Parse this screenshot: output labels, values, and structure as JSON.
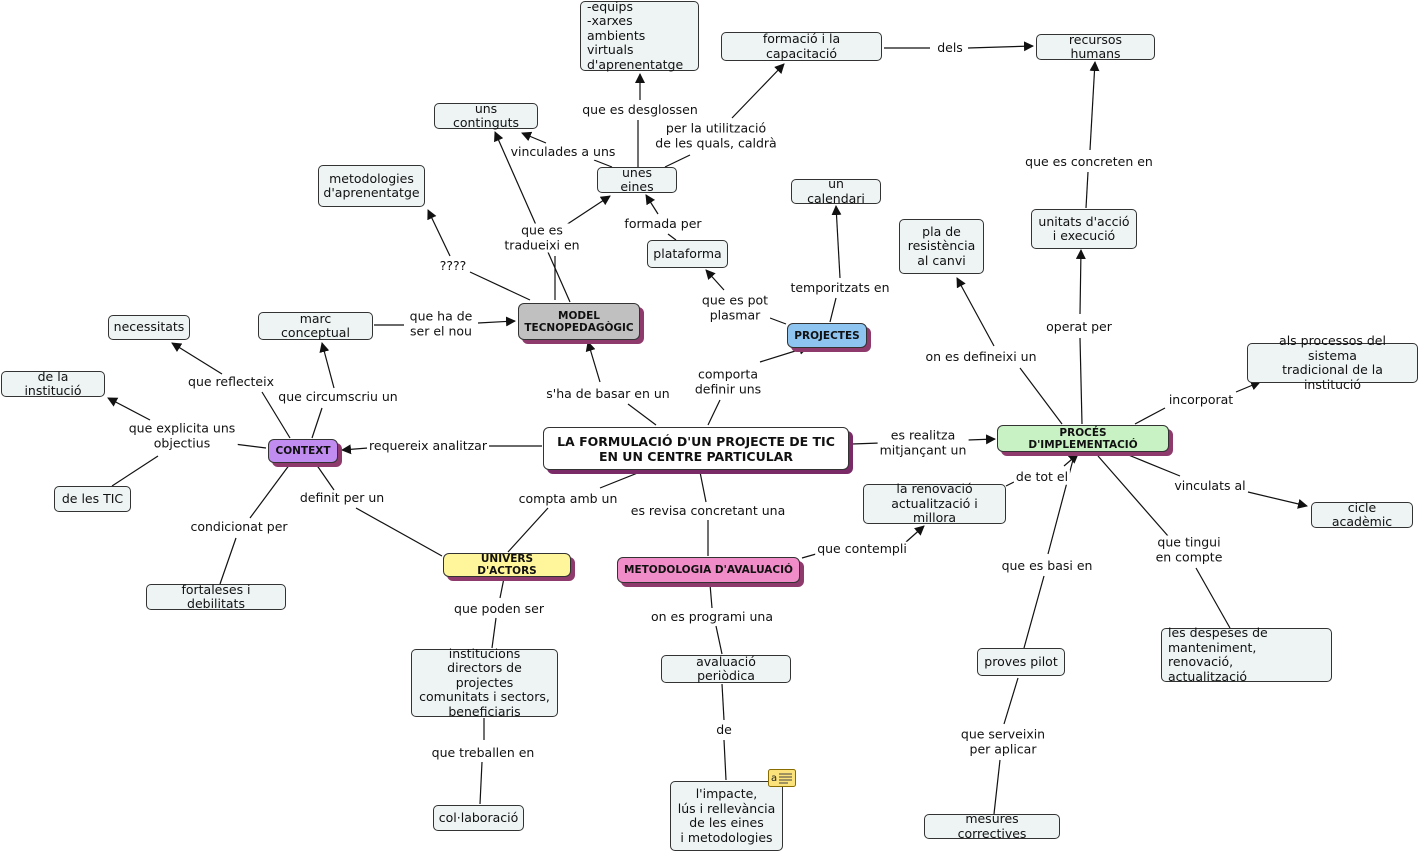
{
  "nodes": {
    "main": "LA FORMULACIÓ D'UN PROJECTE DE TIC\nEN UN CENTRE PARTICULAR",
    "model": "MODEL\nTECNOPEDAGÒGIC",
    "context": "CONTEXT",
    "projectes": "PROJECTES",
    "proces": "PROCÉS D'IMPLEMENTACIÓ",
    "univers": "UNIVERS D'ACTORS",
    "metodologia": "METODOLOGIA D'AVALUACIÓ",
    "equips": "-equips\n-xarxes\nambients virtuals\nd'aprenentatge",
    "formacio": "formació i la capacitació",
    "recursos": "recursos humans",
    "continguts": "uns continguts",
    "eines": "unes eines",
    "metodologies": "metodologies\nd'aprenentatge",
    "plataforma": "plataforma",
    "calendari": "un calendari",
    "pla": "pla de\nresistència\nal canvi",
    "unitats": "unitats d'acció\ni execució",
    "necessitats": "necessitats",
    "marc": "marc conceptual",
    "institucio": "de la institució",
    "tic": "de les TIC",
    "fortaleses": "fortaleses i debilitats",
    "institucions": "institucions\ndirectors de projectes\ncomunitats i sectors,\nbeneficiaris",
    "collaboracio": "col·laboració",
    "renovacio": "la renovació\nactualització i millora",
    "avaluacio": "avaluació periòdica",
    "impacte": "l'impacte,\nlús i rellevància\nde les eines\ni metodologies",
    "processos": "als processos del sistema\ntradicional de la institució",
    "cicle": "cicle acadèmic",
    "proves": "proves pilot",
    "despeses": "les despeses de\nmanteniment, renovació,\nactualització",
    "mesures": "mesures correctives"
  },
  "links": {
    "desglossen": "que es desglossen",
    "utilitzacio": "per la utilització\nde les quals, caldrà",
    "dels": "dels",
    "concreten": "que es concreten en",
    "vinculades": "vinculades a uns",
    "tradueixi": "que es\ntradueixi en",
    "formada": "formada per",
    "interrog": "????",
    "temporitzats": "temporitzats en",
    "pot_plasmar": "que es pot\nplasmar",
    "nou": "que ha de\nser el nou",
    "basar": "s'ha de basar en un",
    "comporta": "comporta\ndefinir uns",
    "defineix": "on es defineixi un",
    "operat": "operat per",
    "reflecteix": "que reflecteix",
    "circumscriu": "que circumscriu un",
    "explicita": "que explicita uns\nobjectius",
    "requereix": "requereix analitzar",
    "realitza": "es realitza\nmitjançant un",
    "incorporat": "incorporat",
    "de_tot": "de tot el",
    "vinculats": "vinculats al",
    "compta": "compta amb un",
    "definit": "definit per un",
    "condicionat": "condicionat per",
    "revisa": "es revisa concretant una",
    "contempli": "que contempli",
    "basi": "que es basi en",
    "tingui": "que tingui\nen compte",
    "poden": "que poden ser",
    "programi": "on es programi una",
    "treballen": "que treballen en",
    "de": "de",
    "serveixin": "que serveixin\nper aplicar"
  },
  "colors": {
    "node_fill": "#eef4f4",
    "node_border": "#333333",
    "line": "#111111",
    "model": "#c0c0c0",
    "context": "#c08cf0",
    "projectes": "#8ec4f0",
    "proces": "#c8f2c4",
    "univers": "#fff59a",
    "metodologia": "#f08cc8",
    "shadow": "#8e3a6c"
  },
  "icons": {
    "note": "note-icon"
  }
}
